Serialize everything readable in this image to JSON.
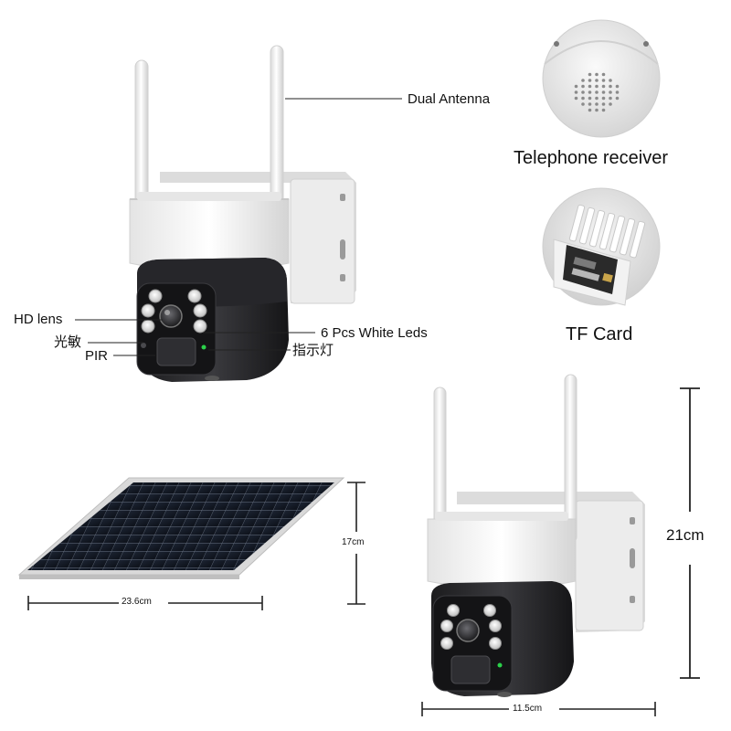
{
  "callouts": {
    "dual_antenna": "Dual Antenna",
    "hd_lens": "HD lens",
    "light_sensor": "光敏",
    "pir": "PIR",
    "white_leds": "6 Pcs White Leds",
    "indicator_light": "指示灯"
  },
  "feature_insets": {
    "telephone_receiver": "Telephone receiver",
    "tf_card": "TF Card"
  },
  "dimensions": {
    "panel_height": "17cm",
    "panel_width": "23.6cm",
    "camera_height": "21cm",
    "camera_width": "11.5cm"
  }
}
